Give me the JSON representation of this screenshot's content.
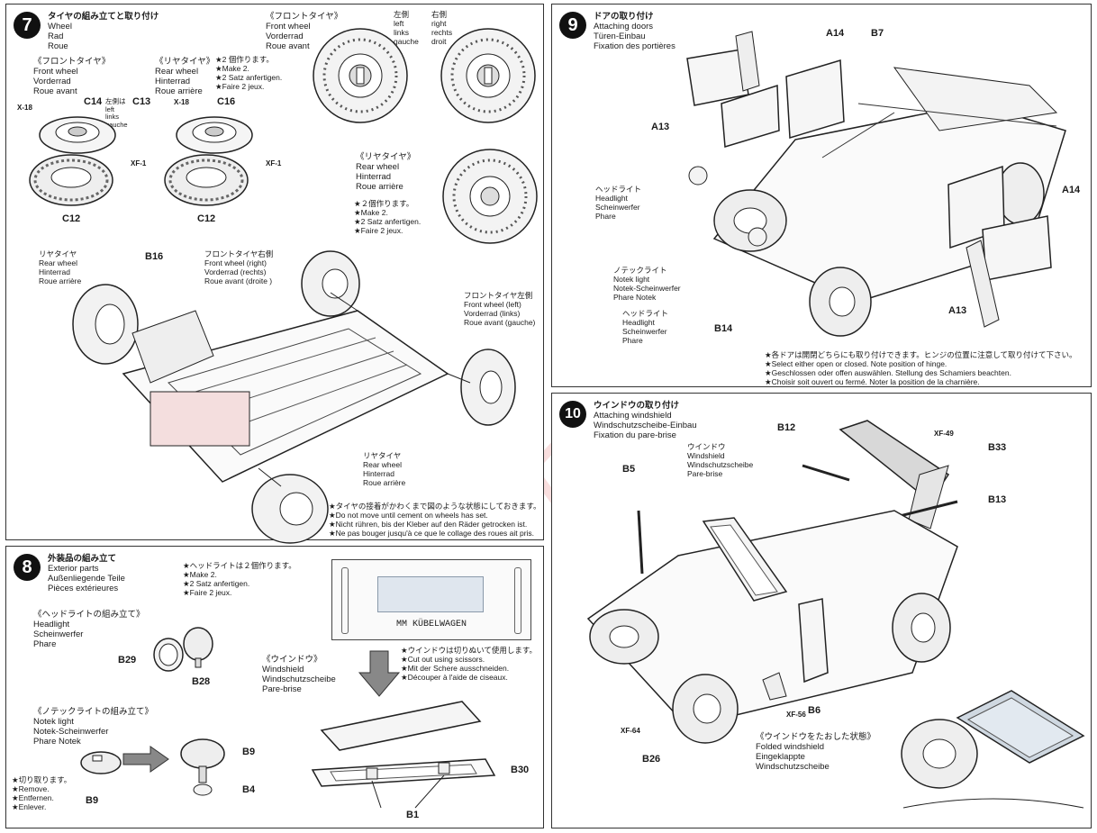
{
  "watermark": "modelartiki.cz",
  "step7": {
    "number": "7",
    "title": [
      "タイヤの組み立てと取り付け",
      "Wheel",
      "Rad",
      "Roue"
    ],
    "front_title": [
      "《フロントタイヤ》",
      "Front wheel",
      "Vorderrad",
      "Roue avant"
    ],
    "rear_title": [
      "《リヤタイヤ》",
      "Rear wheel",
      "Hinterrad",
      "Roue arrière"
    ],
    "rear_make": [
      "★2 個作ります。",
      "★Make 2.",
      "★2 Satz anfertigen.",
      "★Faire 2 jeux."
    ],
    "front_title_top": [
      "《フロントタイヤ》",
      "Front wheel",
      "Vorderrad",
      "Roue avant"
    ],
    "left_side": [
      "左側",
      "left",
      "links",
      "gauche"
    ],
    "right_side": [
      "右側",
      "right",
      "rechts",
      "droit"
    ],
    "rear_title_right": [
      "《リヤタイヤ》",
      "Rear wheel",
      "Hinterrad",
      "Roue arrière"
    ],
    "rear_make_right": [
      "★２個作ります。",
      "★Make 2.",
      "★2 Satz anfertigen.",
      "★Faire 2 jeux."
    ],
    "c14_label": "C14",
    "c14_note": [
      "左側は",
      "left",
      "links",
      "gauche"
    ],
    "c13_label": "C13",
    "c16_label": "C16",
    "x18_a": "X-18",
    "x18_b": "X-18",
    "xf1_a": "XF-1",
    "xf1_b": "XF-1",
    "c12_a": "C12",
    "c12_b": "C12",
    "b16_label": "B16",
    "rear_wheel_a": [
      "リヤタイヤ",
      "Rear wheel",
      "Hinterrad",
      "Roue arrière"
    ],
    "front_right": [
      "フロントタイヤ右側",
      "Front wheel (right)",
      "Vorderrad (rechts)",
      "Roue avant (droite )"
    ],
    "front_left": [
      "フロントタイヤ左側",
      "Front wheel (left)",
      "Vorderrad (links)",
      "Roue avant (gauche)"
    ],
    "rear_wheel_b": [
      "リヤタイヤ",
      "Rear wheel",
      "Hinterrad",
      "Roue arrière"
    ],
    "note": [
      "★タイヤの接着がかわくまで図のような状態にしておきます。",
      "★Do not move until cement on wheels has set.",
      "★Nicht rühren, bis der Kleber auf den Räder getrocken ist.",
      "★Ne pas bouger jusqu'à ce que le collage des roues ait pris."
    ]
  },
  "step8": {
    "number": "8",
    "title": [
      "外装品の組み立て",
      "Exterior parts",
      "Außenliegende Teile",
      "Pièces extérieures"
    ],
    "make2": [
      "★ヘッドライトは２個作ります。",
      "★Make 2.",
      "★2 Satz anfertigen.",
      "★Faire 2 jeux."
    ],
    "headlight": [
      "《ヘッドライトの組み立て》",
      "Headlight",
      "Scheinwerfer",
      "Phare"
    ],
    "b29": "B29",
    "b28": "B28",
    "windshield": [
      "《ウインドウ》",
      "Windshield",
      "Windschutzscheibe",
      "Pare-brise"
    ],
    "plate_name": "MM KÜBELWAGEN",
    "cut": [
      "★ウインドウは切りぬいて使用します。",
      "★Cut out using scissors.",
      "★Mit der Schere ausschneiden.",
      "★Découper à l'aide de ciseaux."
    ],
    "notek": [
      "《ノテックライトの組み立て》",
      "Notek light",
      "Notek-Scheinwerfer",
      "Phare Notek"
    ],
    "remove": [
      "★切り取ります。",
      "★Remove.",
      "★Entfernen.",
      "★Enlever."
    ],
    "b9a": "B9",
    "b9b": "B9",
    "b4": "B4",
    "b30": "B30",
    "b1": "B1"
  },
  "step9": {
    "number": "9",
    "title": [
      "ドアの取り付け",
      "Attaching doors",
      "Türen-Einbau",
      "Fixation des portières"
    ],
    "a14a": "A14",
    "b7": "B7",
    "a13a": "A13",
    "a14b": "A14",
    "a13b": "A13",
    "b14": "B14",
    "headlight_a": [
      "ヘッドライト",
      "Headlight",
      "Scheinwerfer",
      "Phare"
    ],
    "notek": [
      "ノテックライト",
      "Notek light",
      "Notek-Scheinwerfer",
      "Phare Notek"
    ],
    "headlight_b": [
      "ヘッドライト",
      "Headlight",
      "Scheinwerfer",
      "Phare"
    ],
    "note": [
      "★各ドアは開閉どちらにも取り付けできます。ヒンジの位置に注意して取り付けて下さい。",
      "★Select either open or closed. Note position of hinge.",
      "★Geschlossen oder offen auswählen. Stellung des Schamiers beachten.",
      "★Choisir soit ouvert ou fermé. Noter la position de la charnière."
    ]
  },
  "step10": {
    "number": "10",
    "title": [
      "ウインドウの取り付け",
      "Attaching windshield",
      "Windschutzscheibe-Einbau",
      "Fixation du pare-brise"
    ],
    "b12": "B12",
    "xf49": "XF-49",
    "b33": "B33",
    "b13": "B13",
    "b5": "B5",
    "window": [
      "ウインドウ",
      "Windshield",
      "Windschutzscheibe",
      "Pare-brise"
    ],
    "xf56": "XF-56",
    "b6": "B6",
    "xf64": "XF-64",
    "b26": "B26",
    "folded": [
      "《ウインドウをたおした状態》",
      "Folded windshield",
      "Eingeklappte",
      "Windschutzscheibe"
    ]
  }
}
